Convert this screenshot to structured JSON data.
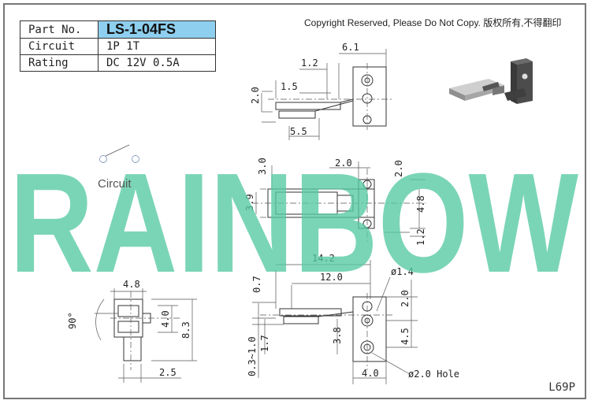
{
  "spec_table": {
    "part_no_label": "Part No.",
    "part_no_value": "LS-1-04FS",
    "circuit_label": "Circuit",
    "circuit_value": "1P 1T",
    "rating_label": "Rating",
    "rating_value": "DC 12V 0.5A"
  },
  "copyright": "Copyright Reserved, Please Do Not Copy. 版权所有,不得翻印",
  "watermark": "RAINBOW",
  "circuit_caption": "Circuit",
  "model_code": "L69P",
  "dimensions": {
    "top_view": [
      "6.1",
      "1.2",
      "2.0",
      "1.5",
      "5.5"
    ],
    "middle_view": [
      "2.0",
      "2.0",
      "3.0",
      "3.9",
      "4.8",
      "1.2"
    ],
    "bottom_view": [
      "14.2",
      "12.0",
      "ø1.4",
      "0.7",
      "2.0",
      "0.3~1.0",
      "1.7",
      "3.8",
      "4.5",
      "4.0",
      "ø2.0 Hole"
    ],
    "left_view": [
      "4.8",
      "90°",
      "4.0",
      "8.3",
      "2.5"
    ]
  },
  "colors": {
    "part_number_cell": "#8ecfef",
    "watermark": "#54c9a2",
    "frame": "#777777"
  }
}
